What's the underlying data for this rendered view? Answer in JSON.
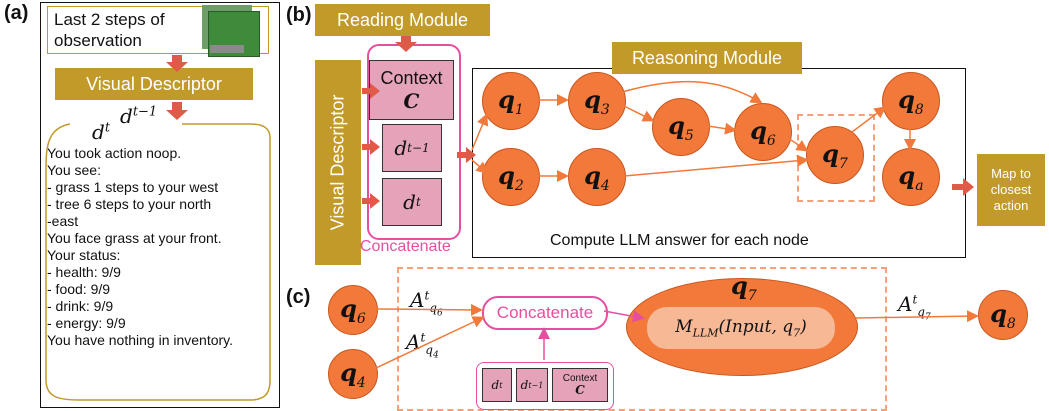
{
  "panel_a": {
    "label": "(a)",
    "obs_text": "Last 2 steps of observation",
    "visual_descriptor": "Visual Descriptor",
    "d_t": "d^t",
    "d_t1": "d^{t-1}",
    "lines": [
      "You took action noop.",
      "",
      "You see:",
      "- grass 1 steps to your west",
      "- tree 6 steps to your north",
      "-east",
      "",
      "You face grass at your front.",
      "",
      "Your status:",
      "- health: 9/9",
      "- food: 9/9",
      "- drink: 9/9",
      "- energy: 9/9",
      "",
      "You have nothing in inventory."
    ]
  },
  "panel_b": {
    "label": "(b)",
    "reading_module": "Reading Module",
    "reasoning_module": "Reasoning Module",
    "visual_descriptor": "Visual Descriptor",
    "context": "Context",
    "context_c": "C",
    "concatenate": "Concatenate",
    "compute": "Compute LLM answer for each node",
    "map": "Map to closest action",
    "nodes": [
      "1",
      "2",
      "3",
      "4",
      "5",
      "6",
      "7",
      "8",
      "a"
    ]
  },
  "panel_c": {
    "label": "(c)",
    "concatenate": "Concatenate",
    "mllm": "M_{LLM}(Input, q_7)",
    "context": "Context",
    "context_c": "C"
  },
  "colors": {
    "gold": "#c29a2a",
    "orange": "#f2793a",
    "pink": "#e5a3b9",
    "concat_pink": "#e64fa0",
    "arrow_red": "#e05a4a"
  }
}
